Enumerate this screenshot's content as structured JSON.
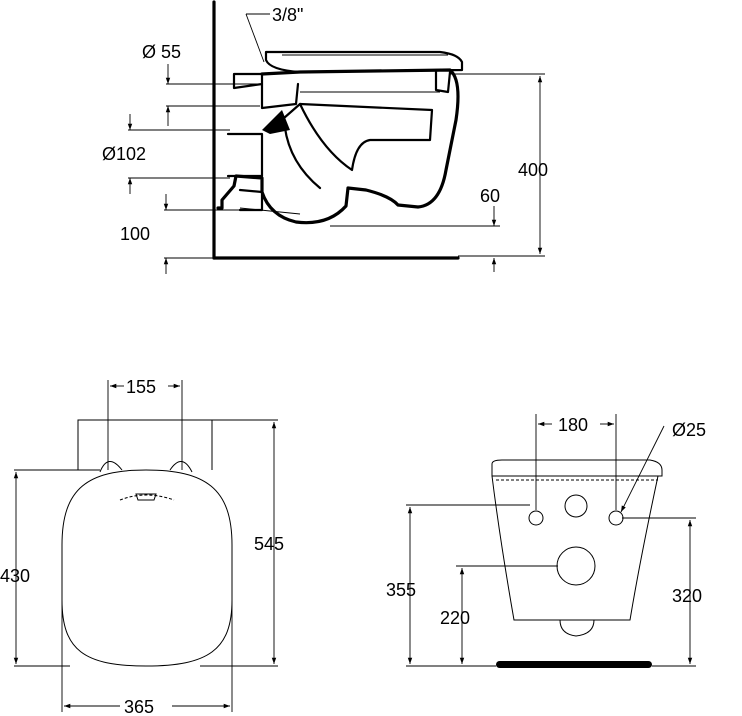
{
  "side_view": {
    "pipe_thread": "3/8\"",
    "inlet_diameter": "Ø 55",
    "outlet_diameter": "Ø102",
    "outlet_height": "100",
    "bowl_height": "400",
    "floor_clearance": "60"
  },
  "seat_top_view": {
    "hinge_spacing": "155",
    "seat_length": "430",
    "overall_length": "545",
    "width": "365"
  },
  "rear_view": {
    "fixing_spacing": "180",
    "fixing_diameter": "Ø25",
    "fixing_height_left": "355",
    "outlet_height": "220",
    "fixing_height_right": "320"
  },
  "arrow_color": "#000000"
}
